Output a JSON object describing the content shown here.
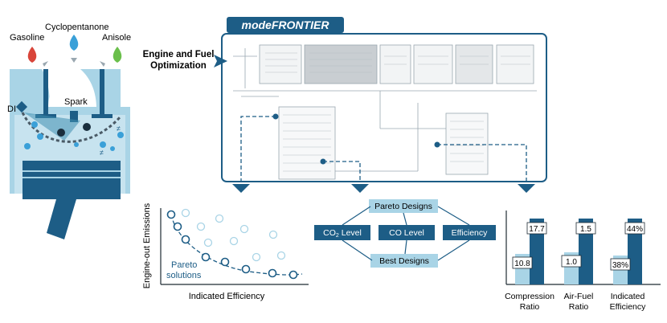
{
  "fuels": {
    "gasoline": {
      "label": "Gasoline",
      "color": "#d9453a"
    },
    "cyclopentanone": {
      "label": "Cyclopentanone",
      "color": "#3aa0d8"
    },
    "anisole": {
      "label": "Anisole",
      "color": "#6abf4b"
    }
  },
  "engine": {
    "spark_label": "Spark",
    "di_label": "DI"
  },
  "tool": {
    "title": "modeFRONTIER",
    "optimization_label_line1": "Engine and Fuel",
    "optimization_label_line2": "Optimization"
  },
  "pareto_chart": {
    "ylabel": "Engine-out Emissions",
    "xlabel": "Indicated Efficiency",
    "annotation_line1": "Pareto",
    "annotation_line2": "solutions"
  },
  "flow": {
    "pareto_designs": "Pareto Designs",
    "co2_level_prefix": "CO",
    "co2_level_sub": "2",
    "co2_level_suffix": " Level",
    "co_level": "CO Level",
    "efficiency": "Efficiency",
    "best_designs": "Best Designs"
  },
  "chart_data": {
    "type": "bar",
    "categories": [
      {
        "line1": "Compression",
        "line2": "Ratio"
      },
      {
        "line1": "Air-Fuel",
        "line2": "Ratio"
      },
      {
        "line1": "Indicated",
        "line2": "Efficiency"
      }
    ],
    "series": [
      {
        "values": [
          "10.8",
          "1.0",
          "38%"
        ]
      },
      {
        "values": [
          "17.7",
          "1.5",
          "44%"
        ]
      }
    ],
    "colors": {
      "baseline": "#a9d4e6",
      "optimized": "#1d5d86"
    }
  },
  "colors": {
    "accent": "#1d5d86",
    "light": "#a9d4e6",
    "pale": "#c7e3ef"
  }
}
